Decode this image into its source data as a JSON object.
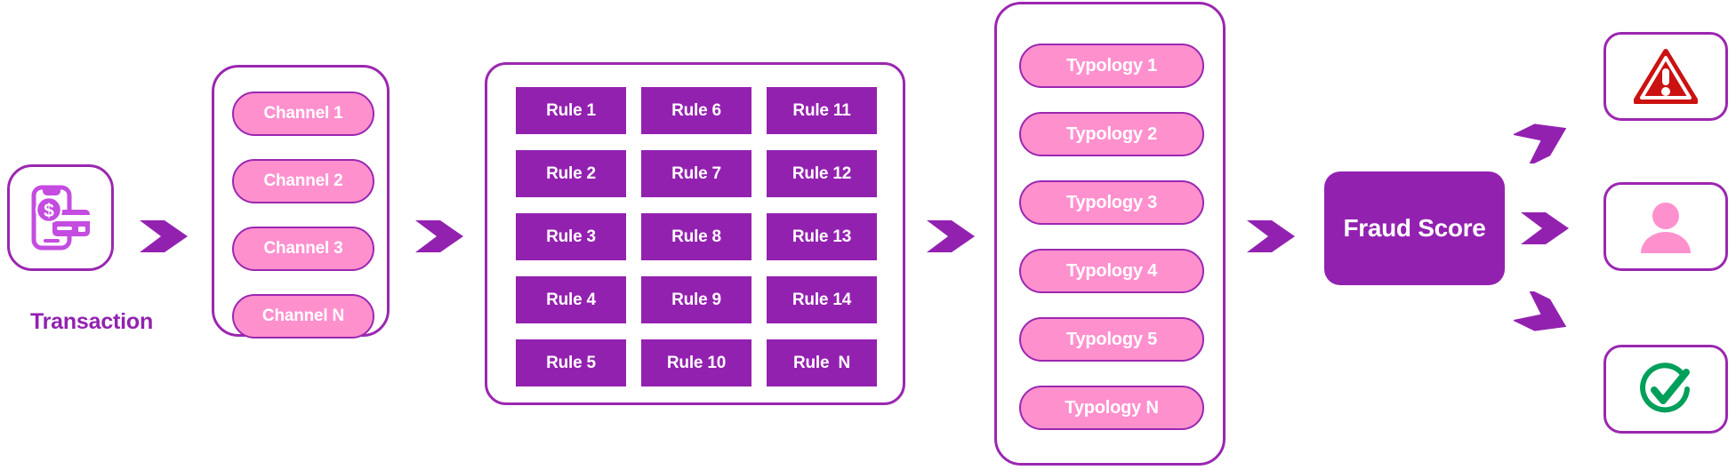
{
  "colors": {
    "purple": "#9321b0",
    "purple_border": "#9b27b0",
    "pink": "#ff90ce",
    "red": "#cc1111",
    "green": "#00a05a",
    "magenta": "#c44ce0",
    "white": "#ffffff"
  },
  "transaction": {
    "label": "Transaction",
    "icon": "mobile-payment-icon"
  },
  "channels": {
    "items": [
      {
        "label": "Channel 1"
      },
      {
        "label": "Channel 2"
      },
      {
        "label": "Channel 3"
      },
      {
        "label": "Channel N"
      }
    ]
  },
  "rules": {
    "columns": [
      {
        "items": [
          {
            "label": "Rule 1"
          },
          {
            "label": "Rule 2"
          },
          {
            "label": "Rule 3"
          },
          {
            "label": "Rule 4"
          },
          {
            "label": "Rule 5"
          }
        ]
      },
      {
        "items": [
          {
            "label": "Rule 6"
          },
          {
            "label": "Rule 7"
          },
          {
            "label": "Rule 8"
          },
          {
            "label": "Rule 9"
          },
          {
            "label": "Rule 10"
          }
        ]
      },
      {
        "items": [
          {
            "label": "Rule 11"
          },
          {
            "label": "Rule 12"
          },
          {
            "label": "Rule 13"
          },
          {
            "label": "Rule 14"
          },
          {
            "label": "Rule  N"
          }
        ]
      }
    ]
  },
  "typologies": {
    "items": [
      {
        "label": "Typology 1"
      },
      {
        "label": "Typology 2"
      },
      {
        "label": "Typology 3"
      },
      {
        "label": "Typology 4"
      },
      {
        "label": "Typology 5"
      },
      {
        "label": "Typology N"
      }
    ]
  },
  "fraud_score": {
    "label": "Fraud Score"
  },
  "outcomes": [
    {
      "icon": "warning-triangle-icon",
      "color": "#cc1111"
    },
    {
      "icon": "user-person-icon",
      "color": "#ff90ce"
    },
    {
      "icon": "check-circle-icon",
      "color": "#00a05a"
    }
  ],
  "arrows": [
    {
      "icon": "chevron-right-arrow",
      "direction": "right"
    },
    {
      "icon": "chevron-right-arrow",
      "direction": "right"
    },
    {
      "icon": "chevron-right-arrow",
      "direction": "right"
    },
    {
      "icon": "chevron-right-arrow",
      "direction": "right"
    },
    {
      "icon": "chevron-up-right-arrow",
      "direction": "up-right"
    },
    {
      "icon": "chevron-right-arrow",
      "direction": "right"
    },
    {
      "icon": "chevron-down-right-arrow",
      "direction": "down-right"
    }
  ]
}
